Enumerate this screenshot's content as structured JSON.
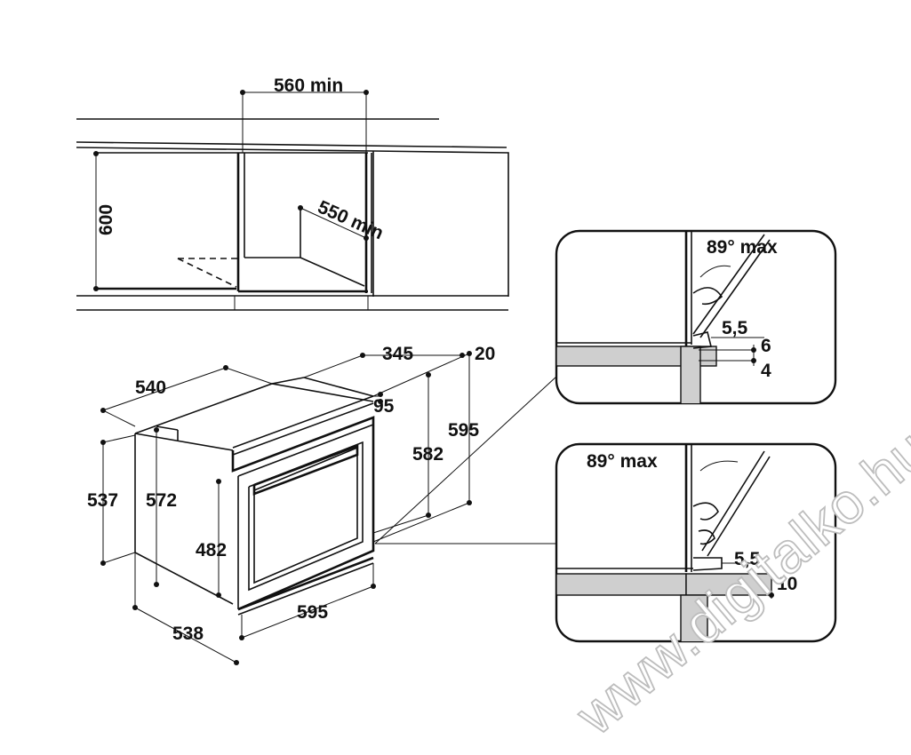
{
  "dimensions": {
    "niche_width": "560 min",
    "niche_height": "600",
    "niche_depth": "550 min",
    "oven_depth_top": "540",
    "oven_depth_panel": "345",
    "frame_thickness": "20",
    "panel_step": "95",
    "front_height": "595",
    "body_height_inner": "582",
    "side_height": "537",
    "body_height": "572",
    "door_height": "482",
    "bottom_depth": "538",
    "front_width": "595"
  },
  "detail_top": {
    "angle": "89° max",
    "gap": "5,5",
    "step_a": "6",
    "step_b": "4"
  },
  "detail_bottom": {
    "angle": "89° max",
    "gap": "5,5",
    "step": "10"
  },
  "watermark": "www.digitalko.hu"
}
